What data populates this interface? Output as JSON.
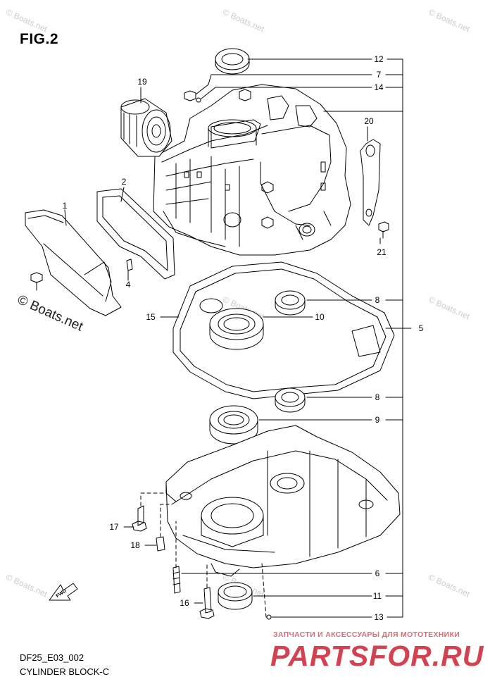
{
  "figure": {
    "title": "FIG.2",
    "code": "DF25_E03_002",
    "name": "CYLINDER BLOCK-C"
  },
  "watermark": {
    "main": "© Boats.net",
    "faint": "© Boats.net"
  },
  "shop": {
    "caption": "ЗАПЧАСТИ И АКСЕССУАРЫ ДЛЯ МОТОТЕХНИКИ",
    "logo": "PARTSFOR.RU"
  },
  "fwd_label": "FWD",
  "parts": {
    "p1": "1",
    "p2": "2",
    "p4": "4",
    "p5": "5",
    "p6": "6",
    "p7": "7",
    "p8a": "8",
    "p8b": "8",
    "p9": "9",
    "p10": "10",
    "p11": "11",
    "p12": "12",
    "p13": "13",
    "p14": "14",
    "p15": "15",
    "p16": "16",
    "p17": "17",
    "p18": "18",
    "p19": "19",
    "p20": "20",
    "p21": "21"
  },
  "colors": {
    "ink": "#000000",
    "watermark": "#cccccc",
    "logo": "#cc2233"
  }
}
